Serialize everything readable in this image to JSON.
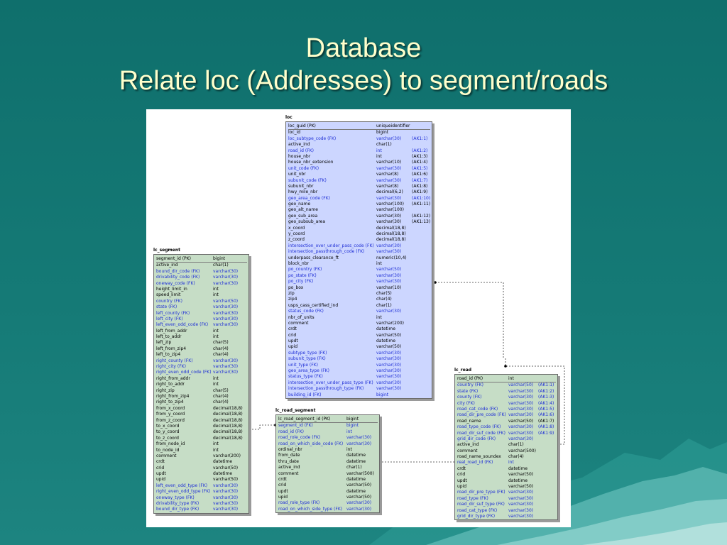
{
  "title": {
    "line1": "Database",
    "line2": "Relate loc (Addresses) to segment/roads"
  },
  "colors": {
    "background": "#157a76",
    "title_text": "#ffffcc",
    "loc_fill": "#ccd6ff",
    "table_fill": "#c6ddc6",
    "fk_text": "#1f2fd6"
  },
  "entities": {
    "loc": {
      "name": "loc",
      "rows": [
        {
          "c": "loc_guid (PK)",
          "t": "uniqueidentifier",
          "a": "",
          "fk": false
        },
        {
          "c": "loc_id",
          "t": "bigint",
          "a": "",
          "fk": false
        },
        {
          "c": "loc_subtype_code (FK)",
          "t": "varchar(30)",
          "a": "(AK1:1)",
          "fk": true
        },
        {
          "c": "active_ind",
          "t": "char(1)",
          "a": "",
          "fk": false
        },
        {
          "c": "road_id (FK)",
          "t": "int",
          "a": "(AK1:2)",
          "fk": true
        },
        {
          "c": "house_nbr",
          "t": "int",
          "a": "(AK1:3)",
          "fk": false
        },
        {
          "c": "house_nbr_extension",
          "t": "varchar(10)",
          "a": "(AK1:4)",
          "fk": false
        },
        {
          "c": "unit_code (FK)",
          "t": "varchar(30)",
          "a": "(AK1:5)",
          "fk": true
        },
        {
          "c": "unit_nbr",
          "t": "varchar(8)",
          "a": "(AK1:6)",
          "fk": false
        },
        {
          "c": "subunit_code (FK)",
          "t": "varchar(30)",
          "a": "(AK1:7)",
          "fk": true
        },
        {
          "c": "subunit_nbr",
          "t": "varchar(8)",
          "a": "(AK1:8)",
          "fk": false
        },
        {
          "c": "hwy_mile_nbr",
          "t": "decimal(6,2)",
          "a": "(AK1:9)",
          "fk": false
        },
        {
          "c": "geo_area_code (FK)",
          "t": "varchar(30)",
          "a": "(AK1:10)",
          "fk": true
        },
        {
          "c": "geo_name",
          "t": "varchar(100)",
          "a": "(AK1:11)",
          "fk": false
        },
        {
          "c": "geo_alt_name",
          "t": "varchar(100)",
          "a": "",
          "fk": false
        },
        {
          "c": "geo_sub_area",
          "t": "varchar(30)",
          "a": "(AK1:12)",
          "fk": false
        },
        {
          "c": "geo_subsub_area",
          "t": "varchar(30)",
          "a": "(AK1:13)",
          "fk": false
        },
        {
          "c": "x_coord",
          "t": "decimal(18,8)",
          "a": "",
          "fk": false
        },
        {
          "c": "y_coord",
          "t": "decimal(18,8)",
          "a": "",
          "fk": false
        },
        {
          "c": "z_coord",
          "t": "decimal(18,8)",
          "a": "",
          "fk": false
        },
        {
          "c": "intersection_over_under_pass_code (FK)",
          "t": "varchar(30)",
          "a": "",
          "fk": true
        },
        {
          "c": "intersection_passthrough_code (FK)",
          "t": "varchar(30)",
          "a": "",
          "fk": true
        },
        {
          "c": "underpass_clearance_ft",
          "t": "numeric(10,4)",
          "a": "",
          "fk": false
        },
        {
          "c": "block_nbr",
          "t": "int",
          "a": "",
          "fk": false
        },
        {
          "c": "po_country (FK)",
          "t": "varchar(50)",
          "a": "",
          "fk": true
        },
        {
          "c": "po_state (FK)",
          "t": "varchar(30)",
          "a": "",
          "fk": true
        },
        {
          "c": "po_city (FK)",
          "t": "varchar(30)",
          "a": "",
          "fk": true
        },
        {
          "c": "po_box",
          "t": "varchar(10)",
          "a": "",
          "fk": false
        },
        {
          "c": "zip",
          "t": "char(5)",
          "a": "",
          "fk": false
        },
        {
          "c": "zip4",
          "t": "char(4)",
          "a": "",
          "fk": false
        },
        {
          "c": "usps_cass_certified_ind",
          "t": "char(1)",
          "a": "",
          "fk": false
        },
        {
          "c": "status_code (FK)",
          "t": "varchar(30)",
          "a": "",
          "fk": true
        },
        {
          "c": "nbr_of_units",
          "t": "int",
          "a": "",
          "fk": false
        },
        {
          "c": "comment",
          "t": "varchar(200)",
          "a": "",
          "fk": false
        },
        {
          "c": "crdt",
          "t": "datetime",
          "a": "",
          "fk": false
        },
        {
          "c": "crid",
          "t": "varchar(50)",
          "a": "",
          "fk": false
        },
        {
          "c": "updt",
          "t": "datetime",
          "a": "",
          "fk": false
        },
        {
          "c": "upid",
          "t": "varchar(50)",
          "a": "",
          "fk": false
        },
        {
          "c": "subtype_type (FK)",
          "t": "varchar(30)",
          "a": "",
          "fk": true
        },
        {
          "c": "subunit_type (FK)",
          "t": "varchar(30)",
          "a": "",
          "fk": true
        },
        {
          "c": "unit_type (FK)",
          "t": "varchar(30)",
          "a": "",
          "fk": true
        },
        {
          "c": "geo_area_type (FK)",
          "t": "varchar(30)",
          "a": "",
          "fk": true
        },
        {
          "c": "status_type (FK)",
          "t": "varchar(30)",
          "a": "",
          "fk": true
        },
        {
          "c": "intersection_over_under_pass_type (FK)",
          "t": "varchar(30)",
          "a": "",
          "fk": true
        },
        {
          "c": "intersection_passthrough_type (FK)",
          "t": "varchar(30)",
          "a": "",
          "fk": true
        },
        {
          "c": "building_id (FK)",
          "t": "bigint",
          "a": "",
          "fk": true
        }
      ]
    },
    "lc_segment": {
      "name": "lc_segment",
      "rows": [
        {
          "c": "segment_id (PK)",
          "t": "bigint",
          "a": "",
          "fk": false
        },
        {
          "c": "active_ind",
          "t": "char(1)",
          "a": "",
          "fk": false
        },
        {
          "c": "bound_dir_code (FK)",
          "t": "varchar(30)",
          "a": "",
          "fk": true
        },
        {
          "c": "drivability_code (FK)",
          "t": "varchar(30)",
          "a": "",
          "fk": true
        },
        {
          "c": "oneway_code (FK)",
          "t": "varchar(30)",
          "a": "",
          "fk": true
        },
        {
          "c": "height_limit_in",
          "t": "int",
          "a": "",
          "fk": false
        },
        {
          "c": "speed_limit",
          "t": "int",
          "a": "",
          "fk": false
        },
        {
          "c": "country (FK)",
          "t": "varchar(50)",
          "a": "",
          "fk": true
        },
        {
          "c": "state (FK)",
          "t": "varchar(30)",
          "a": "",
          "fk": true
        },
        {
          "c": "left_county (FK)",
          "t": "varchar(30)",
          "a": "",
          "fk": true
        },
        {
          "c": "left_city (FK)",
          "t": "varchar(30)",
          "a": "",
          "fk": true
        },
        {
          "c": "left_even_odd_code (FK)",
          "t": "varchar(30)",
          "a": "",
          "fk": true
        },
        {
          "c": "left_from_addr",
          "t": "int",
          "a": "",
          "fk": false
        },
        {
          "c": "left_to_addr",
          "t": "int",
          "a": "",
          "fk": false
        },
        {
          "c": "left_zip",
          "t": "char(5)",
          "a": "",
          "fk": false
        },
        {
          "c": "left_from_zip4",
          "t": "char(4)",
          "a": "",
          "fk": false
        },
        {
          "c": "left_to_zip4",
          "t": "char(4)",
          "a": "",
          "fk": false
        },
        {
          "c": "right_county (FK)",
          "t": "varchar(30)",
          "a": "",
          "fk": true
        },
        {
          "c": "right_city (FK)",
          "t": "varchar(30)",
          "a": "",
          "fk": true
        },
        {
          "c": "right_even_odd_code (FK)",
          "t": "varchar(30)",
          "a": "",
          "fk": true
        },
        {
          "c": "right_from_addr",
          "t": "int",
          "a": "",
          "fk": false
        },
        {
          "c": "right_to_addr",
          "t": "int",
          "a": "",
          "fk": false
        },
        {
          "c": "right_zip",
          "t": "char(5)",
          "a": "",
          "fk": false
        },
        {
          "c": "right_from_zip4",
          "t": "char(4)",
          "a": "",
          "fk": false
        },
        {
          "c": "right_to_zip4",
          "t": "char(4)",
          "a": "",
          "fk": false
        },
        {
          "c": "from_x_coord",
          "t": "decimal(18,8)",
          "a": "",
          "fk": false
        },
        {
          "c": "from_y_coord",
          "t": "decimal(18,8)",
          "a": "",
          "fk": false
        },
        {
          "c": "from_z_coord",
          "t": "decimal(18,8)",
          "a": "",
          "fk": false
        },
        {
          "c": "to_x_coord",
          "t": "decimal(18,8)",
          "a": "",
          "fk": false
        },
        {
          "c": "to_y_coord",
          "t": "decimal(18,8)",
          "a": "",
          "fk": false
        },
        {
          "c": "to_z_coord",
          "t": "decimal(18,8)",
          "a": "",
          "fk": false
        },
        {
          "c": "from_node_id",
          "t": "int",
          "a": "",
          "fk": false
        },
        {
          "c": "to_node_id",
          "t": "int",
          "a": "",
          "fk": false
        },
        {
          "c": "comment",
          "t": "varchar(200)",
          "a": "",
          "fk": false
        },
        {
          "c": "crdt",
          "t": "datetime",
          "a": "",
          "fk": false
        },
        {
          "c": "crid",
          "t": "varchar(50)",
          "a": "",
          "fk": false
        },
        {
          "c": "updt",
          "t": "datetime",
          "a": "",
          "fk": false
        },
        {
          "c": "upid",
          "t": "varchar(50)",
          "a": "",
          "fk": false
        },
        {
          "c": "left_even_odd_type (FK)",
          "t": "varchar(30)",
          "a": "",
          "fk": true
        },
        {
          "c": "right_even_odd_type (FK)",
          "t": "varchar(30)",
          "a": "",
          "fk": true
        },
        {
          "c": "oneway_type (FK)",
          "t": "varchar(30)",
          "a": "",
          "fk": true
        },
        {
          "c": "drivability_type (FK)",
          "t": "varchar(30)",
          "a": "",
          "fk": true
        },
        {
          "c": "bound_dir_type (FK)",
          "t": "varchar(30)",
          "a": "",
          "fk": true
        }
      ]
    },
    "lc_road_segment": {
      "name": "lc_road_segment",
      "rows": [
        {
          "c": "lc_road_segment_id (PK)",
          "t": "bigint",
          "a": "",
          "fk": false
        },
        {
          "c": "segment_id (FK)",
          "t": "bigint",
          "a": "",
          "fk": true
        },
        {
          "c": "road_id (FK)",
          "t": "int",
          "a": "",
          "fk": true
        },
        {
          "c": "road_role_code (FK)",
          "t": "varchar(30)",
          "a": "",
          "fk": true
        },
        {
          "c": "road_on_which_side_code (FK)",
          "t": "varchar(30)",
          "a": "",
          "fk": true
        },
        {
          "c": "ordinal_nbr",
          "t": "int",
          "a": "",
          "fk": false
        },
        {
          "c": "from_date",
          "t": "datetime",
          "a": "",
          "fk": false
        },
        {
          "c": "thru_date",
          "t": "datetime",
          "a": "",
          "fk": false
        },
        {
          "c": "active_ind",
          "t": "char(1)",
          "a": "",
          "fk": false
        },
        {
          "c": "comment",
          "t": "varchar(500)",
          "a": "",
          "fk": false
        },
        {
          "c": "crdt",
          "t": "datetime",
          "a": "",
          "fk": false
        },
        {
          "c": "crid",
          "t": "varchar(50)",
          "a": "",
          "fk": false
        },
        {
          "c": "updt",
          "t": "datetime",
          "a": "",
          "fk": false
        },
        {
          "c": "upid",
          "t": "varchar(50)",
          "a": "",
          "fk": false
        },
        {
          "c": "road_role_type (FK)",
          "t": "varchar(30)",
          "a": "",
          "fk": true
        },
        {
          "c": "road_on_which_side_type (FK)",
          "t": "varchar(30)",
          "a": "",
          "fk": true
        }
      ]
    },
    "lc_road": {
      "name": "lc_road",
      "rows": [
        {
          "c": "road_id (PK)",
          "t": "int",
          "a": "",
          "fk": false
        },
        {
          "c": "country (FK)",
          "t": "varchar(50)",
          "a": "(AK1:1)",
          "fk": true
        },
        {
          "c": "state (FK)",
          "t": "varchar(30)",
          "a": "(AK1:2)",
          "fk": true
        },
        {
          "c": "county (FK)",
          "t": "varchar(30)",
          "a": "(AK1:3)",
          "fk": true
        },
        {
          "c": "city (FK)",
          "t": "varchar(30)",
          "a": "(AK1:4)",
          "fk": true
        },
        {
          "c": "road_cat_code (FK)",
          "t": "varchar(30)",
          "a": "(AK1:5)",
          "fk": true
        },
        {
          "c": "road_dir_pre_code (FK)",
          "t": "varchar(30)",
          "a": "(AK1:6)",
          "fk": true
        },
        {
          "c": "road_name",
          "t": "varchar(50)",
          "a": "(AK1:7)",
          "fk": false
        },
        {
          "c": "road_type_code (FK)",
          "t": "varchar(30)",
          "a": "(AK1:8)",
          "fk": true
        },
        {
          "c": "road_dir_suf_code (FK)",
          "t": "varchar(30)",
          "a": "(AK1:9)",
          "fk": true
        },
        {
          "c": "grid_dir_code (FK)",
          "t": "varchar(30)",
          "a": "",
          "fk": true
        },
        {
          "c": "active_ind",
          "t": "char(1)",
          "a": "",
          "fk": false
        },
        {
          "c": "comment",
          "t": "varchar(500)",
          "a": "",
          "fk": false
        },
        {
          "c": "road_name_soundex",
          "t": "char(4)",
          "a": "",
          "fk": false
        },
        {
          "c": "real_road_id (FK)",
          "t": "int",
          "a": "",
          "fk": true
        },
        {
          "c": "crdt",
          "t": "datetime",
          "a": "",
          "fk": false
        },
        {
          "c": "crid",
          "t": "varchar(50)",
          "a": "",
          "fk": false
        },
        {
          "c": "updt",
          "t": "datetime",
          "a": "",
          "fk": false
        },
        {
          "c": "upid",
          "t": "varchar(50)",
          "a": "",
          "fk": false
        },
        {
          "c": "road_dir_pre_type (FK)",
          "t": "varchar(30)",
          "a": "",
          "fk": true
        },
        {
          "c": "road_type (FK)",
          "t": "varchar(30)",
          "a": "",
          "fk": true
        },
        {
          "c": "road_dir_suf_type (FK)",
          "t": "varchar(30)",
          "a": "",
          "fk": true
        },
        {
          "c": "road_cat_type (FK)",
          "t": "varchar(30)",
          "a": "",
          "fk": true
        },
        {
          "c": "grid_dir_type (FK)",
          "t": "varchar(30)",
          "a": "",
          "fk": true
        }
      ]
    }
  }
}
